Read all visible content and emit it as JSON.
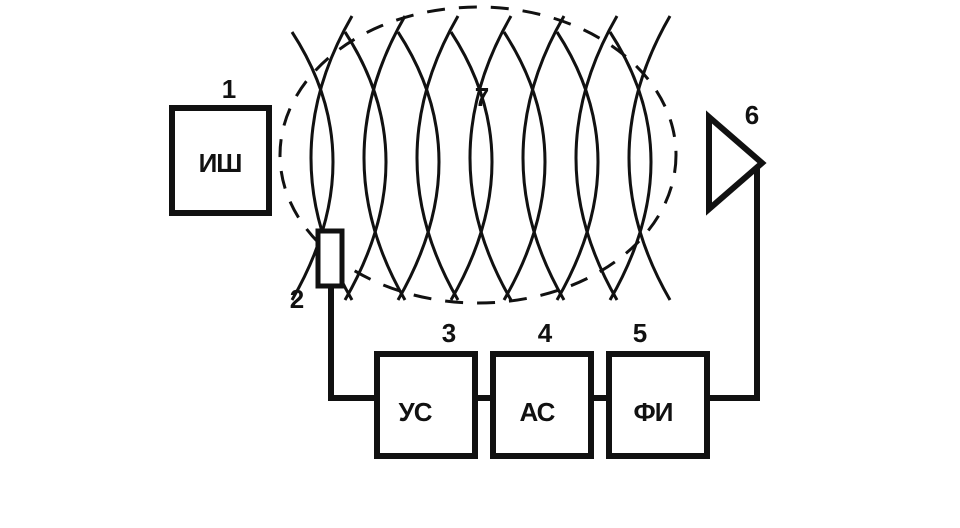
{
  "diagram": {
    "colors": {
      "stroke": "#111111",
      "background": "#ffffff"
    },
    "components": [
      {
        "id": "1",
        "number": "1",
        "label": "ИШ",
        "type": "block"
      },
      {
        "id": "2",
        "number": "2",
        "label": "",
        "type": "sensor"
      },
      {
        "id": "3",
        "number": "3",
        "label": "УС",
        "type": "block"
      },
      {
        "id": "4",
        "number": "4",
        "label": "АС",
        "type": "block"
      },
      {
        "id": "5",
        "number": "5",
        "label": "ФИ",
        "type": "block"
      },
      {
        "id": "6",
        "number": "6",
        "label": "",
        "type": "antenna"
      },
      {
        "id": "7",
        "number": "7",
        "label": "",
        "type": "coil-field"
      }
    ],
    "connections": [
      {
        "from": "2",
        "to": "3"
      },
      {
        "from": "3",
        "to": "4"
      },
      {
        "from": "4",
        "to": "5"
      },
      {
        "from": "5",
        "to": "6"
      }
    ]
  }
}
